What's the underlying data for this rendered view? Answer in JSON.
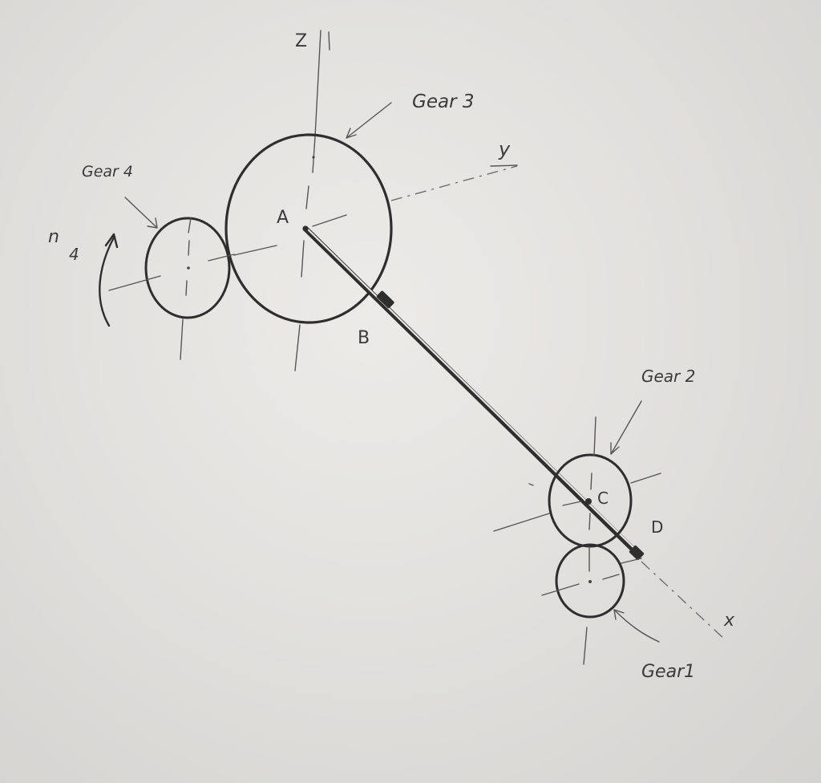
{
  "labels": {
    "axis_z": "Z",
    "axis_y": "y",
    "axis_x": "x",
    "gear3": "Gear 3",
    "gear4": "Gear 4",
    "gear2": "Gear 2",
    "gear1": "Gear1",
    "point_a": "A",
    "point_b": "B",
    "point_c": "C",
    "point_d": "D",
    "speed_n": "n",
    "speed_sub": "4"
  }
}
